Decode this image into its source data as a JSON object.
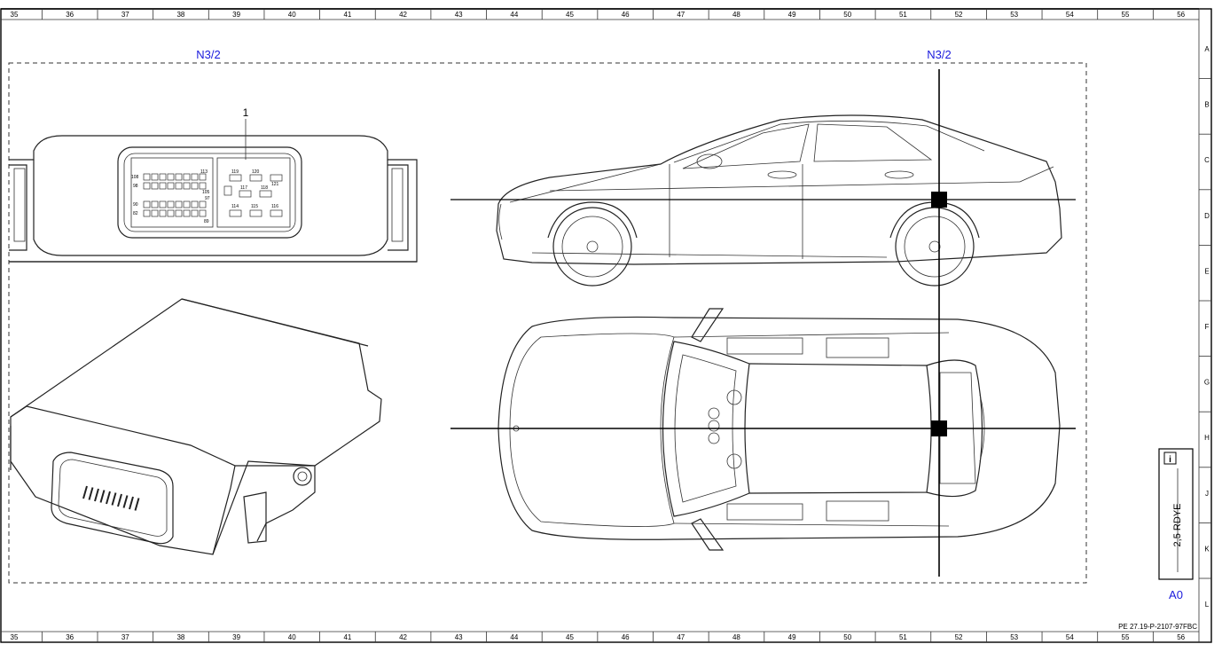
{
  "grid": {
    "columns": [
      "35",
      "36",
      "37",
      "38",
      "39",
      "40",
      "41",
      "42",
      "43",
      "44",
      "45",
      "46",
      "47",
      "48",
      "49",
      "50",
      "51",
      "52",
      "53",
      "54",
      "55",
      "56"
    ],
    "rows": [
      "A",
      "B",
      "C",
      "D",
      "E",
      "F",
      "G",
      "H",
      "J",
      "K",
      "L"
    ]
  },
  "labels": {
    "component_left": "N3/2",
    "component_right": "N3/2",
    "callout_1": "1",
    "location_code": "A0",
    "doc_ref": "PE 27.19-P-2107-97FBC"
  },
  "connector_pins": [
    "113",
    "119",
    "120",
    "108",
    "98",
    "105",
    "97",
    "117",
    "118",
    "121",
    "90",
    "82",
    "114",
    "115",
    "116",
    "89"
  ],
  "wire": {
    "label": "2,5 RDYE",
    "info_icon": "info-icon"
  },
  "colors": {
    "label_blue": "#1a1adc",
    "line": "#222222"
  }
}
